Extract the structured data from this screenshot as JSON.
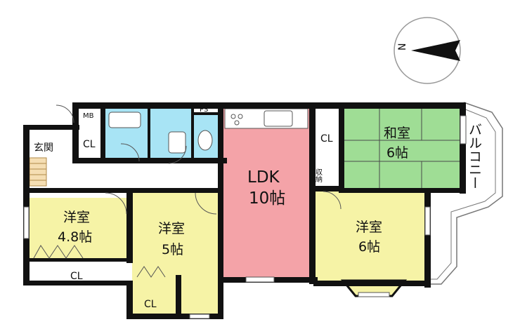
{
  "compass": {
    "north_label": "N"
  },
  "rooms": {
    "ldk": {
      "name": "LDK",
      "size": "10帖",
      "color": "#f4a3a8"
    },
    "washitsu": {
      "name": "和室",
      "size": "6帖",
      "color": "#9fdd95"
    },
    "yoshitsu_right": {
      "name": "洋室",
      "size": "6帖",
      "color": "#f6f3a6"
    },
    "yoshitsu_mid": {
      "name": "洋室",
      "size": "5帖",
      "color": "#f6f3a6"
    },
    "yoshitsu_left": {
      "name": "洋室",
      "size": "4.8帖",
      "color": "#f6f3a6"
    },
    "bath_color": "#a8e4f5"
  },
  "labels": {
    "genkan": "玄関",
    "mb": "MB",
    "ps": "PS",
    "cl_genkan": "CL",
    "cl_washitsu": "CL",
    "cl_left": "CL",
    "cl_mid": "CL",
    "storage": "収納",
    "balcony": "バルコニー"
  }
}
